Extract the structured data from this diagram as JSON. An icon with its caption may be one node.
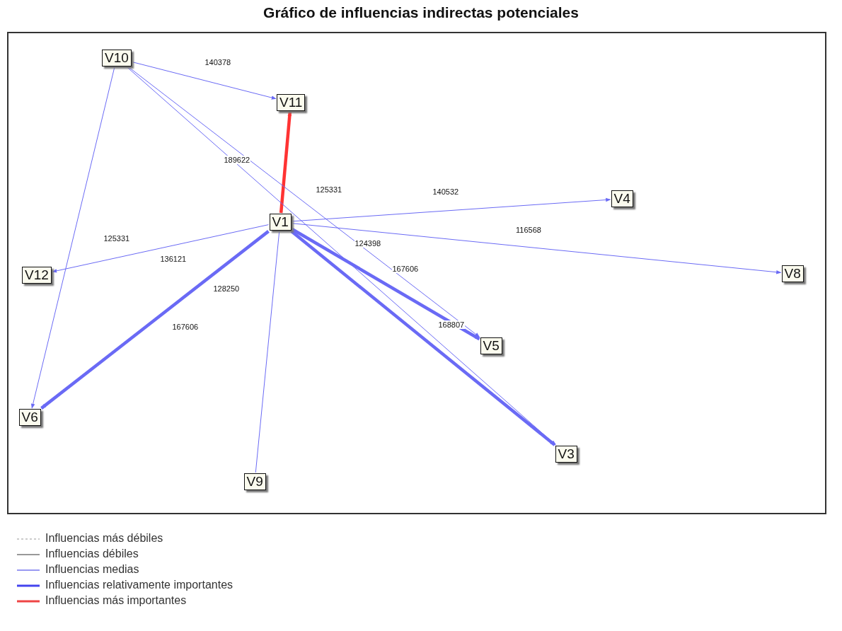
{
  "diagram": {
    "title": "Gráfico de influencias indirectas potenciales",
    "nodes": [
      {
        "text": [
          "V10"
        ]
      },
      {
        "text": [
          "V11"
        ]
      },
      {
        "text": [
          "V4"
        ]
      },
      {
        "text": [
          "V1"
        ]
      },
      {
        "text": [
          "V12"
        ]
      },
      {
        "text": [
          "V8"
        ]
      },
      {
        "text": [
          "V5"
        ]
      },
      {
        "text": [
          "V6"
        ]
      },
      {
        "text": [
          "V3"
        ]
      },
      {
        "text": [
          "V9"
        ]
      }
    ],
    "edges": [
      {
        "from": 0,
        "to": 1,
        "arrow": "to",
        "label": "140378"
      },
      {
        "from": 3,
        "to": 1,
        "arrow": "to",
        "style": "thick",
        "color": "#ff3333"
      },
      {
        "from": 0,
        "to": 7,
        "arrow": "to",
        "label": "125331"
      },
      {
        "from": 0,
        "to": 8,
        "arrow": "to",
        "label": "189622"
      },
      {
        "from": 0,
        "to": 6,
        "arrow": "to",
        "label": "124398"
      },
      {
        "from": 3,
        "to": 2,
        "arrow": "to",
        "label": "140532"
      },
      {
        "from": 3,
        "to": 5,
        "arrow": "to",
        "label": "116568"
      },
      {
        "from": 3,
        "to": 4,
        "arrow": "to",
        "label": "136121"
      },
      {
        "from": 3,
        "to": 7,
        "arrow": "to",
        "style": "thick",
        "label": "167606"
      },
      {
        "from": 3,
        "to": 6,
        "arrow": "to",
        "style": "thick",
        "label": "168807"
      },
      {
        "from": 3,
        "to": 8,
        "arrow": "to",
        "style": "thick"
      },
      {
        "from": 9,
        "to": 3,
        "arrow": "none"
      }
    ],
    "labels": [
      "125331",
      "167606",
      "128250"
    ],
    "legend": [
      {
        "text": "Influencias más débiles"
      },
      {
        "text": "Influencias débiles"
      },
      {
        "text": "Influencias medias"
      },
      {
        "text": "Influencias relativamente importantes"
      },
      {
        "text": "Influencias más importantes"
      }
    ]
  }
}
